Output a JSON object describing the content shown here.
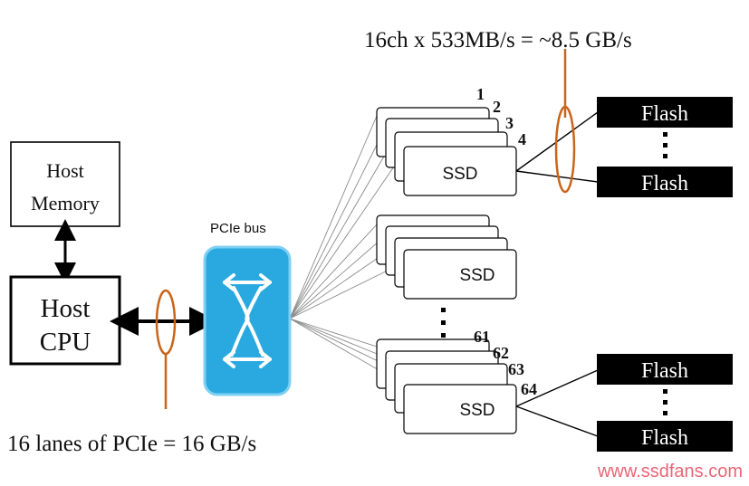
{
  "labels": {
    "top_bandwidth": "16ch x 533MB/s = ~8.5 GB/s",
    "bottom_bandwidth": "16 lanes of PCIe = 16 GB/s",
    "pcie_bus": "PCIe bus",
    "watermark": "www.ssdfans.com"
  },
  "host_memory": {
    "line1": "Host",
    "line2": "Memory"
  },
  "host_cpu": {
    "line1": "Host",
    "line2": "CPU"
  },
  "ssd_label": "SSD",
  "flash_label": "Flash",
  "ssd_numbers_top": [
    "1",
    "2",
    "3",
    "4"
  ],
  "ssd_numbers_bottom": [
    "61",
    "62",
    "63",
    "64"
  ],
  "colors": {
    "switch_fill": "#29a9e0",
    "switch_edge": "#7fd0f2",
    "probe": "#c8651b",
    "flash_fill": "#000000",
    "watermark": "#e84a5f"
  }
}
